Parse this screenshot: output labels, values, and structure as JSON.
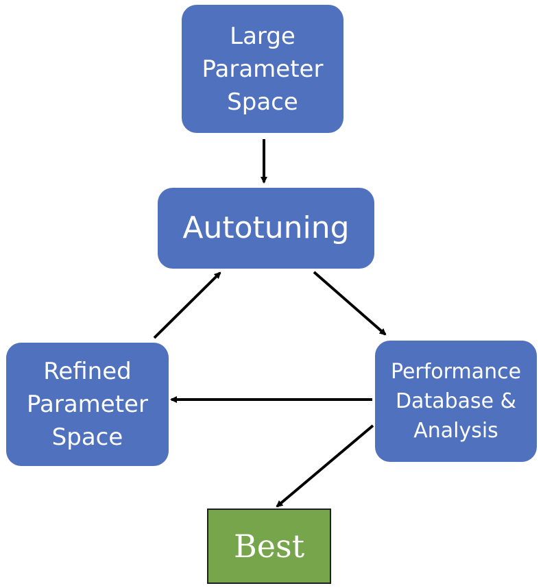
{
  "nodes": {
    "large_parameter_space": "Large\nParameter\nSpace",
    "autotuning": "Autotuning",
    "refined_parameter_space": "Refined\nParameter\nSpace",
    "performance_database": "Performance\nDatabase &\nAnalysis",
    "best": "Best"
  },
  "colors": {
    "node_fill": "#4f71be",
    "best_fill": "#76a54b",
    "text": "#ffffff",
    "arrow": "#000000"
  },
  "edges": [
    {
      "from": "large_parameter_space",
      "to": "autotuning"
    },
    {
      "from": "autotuning",
      "to": "performance_database"
    },
    {
      "from": "performance_database",
      "to": "refined_parameter_space"
    },
    {
      "from": "refined_parameter_space",
      "to": "autotuning"
    },
    {
      "from": "performance_database",
      "to": "best"
    }
  ]
}
